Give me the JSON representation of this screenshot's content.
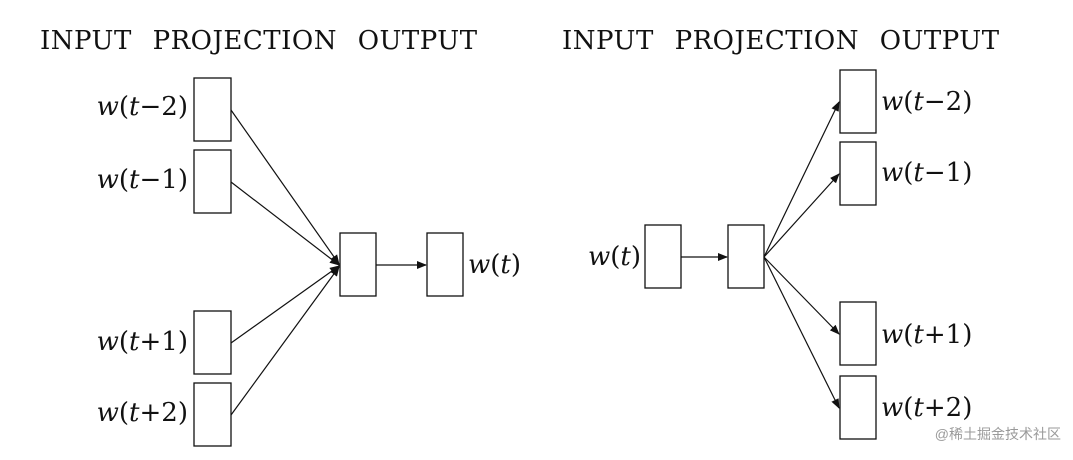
{
  "cbow": {
    "headers": {
      "input": "INPUT",
      "projection": "PROJECTION",
      "output": "OUTPUT"
    },
    "inputs": [
      {
        "w": "w",
        "open": "(",
        "t": "t",
        "op": "−",
        "num": "2",
        "close": ")"
      },
      {
        "w": "w",
        "open": "(",
        "t": "t",
        "op": "−",
        "num": "1",
        "close": ")"
      },
      {
        "w": "w",
        "open": "(",
        "t": "t",
        "op": "+",
        "num": "1",
        "close": ")"
      },
      {
        "w": "w",
        "open": "(",
        "t": "t",
        "op": "+",
        "num": "2",
        "close": ")"
      }
    ],
    "output": {
      "w": "w",
      "open": "(",
      "t": "t",
      "close": ")"
    }
  },
  "skipgram": {
    "headers": {
      "input": "INPUT",
      "projection": "PROJECTION",
      "output": "OUTPUT"
    },
    "input": {
      "w": "w",
      "open": "(",
      "t": "t",
      "close": ")"
    },
    "outputs": [
      {
        "w": "w",
        "open": "(",
        "t": "t",
        "op": "−",
        "num": "2",
        "close": ")"
      },
      {
        "w": "w",
        "open": "(",
        "t": "t",
        "op": "−",
        "num": "1",
        "close": ")"
      },
      {
        "w": "w",
        "open": "(",
        "t": "t",
        "op": "+",
        "num": "1",
        "close": ")"
      },
      {
        "w": "w",
        "open": "(",
        "t": "t",
        "op": "+",
        "num": "2",
        "close": ")"
      }
    ]
  },
  "watermark": "@稀土掘金技术社区"
}
